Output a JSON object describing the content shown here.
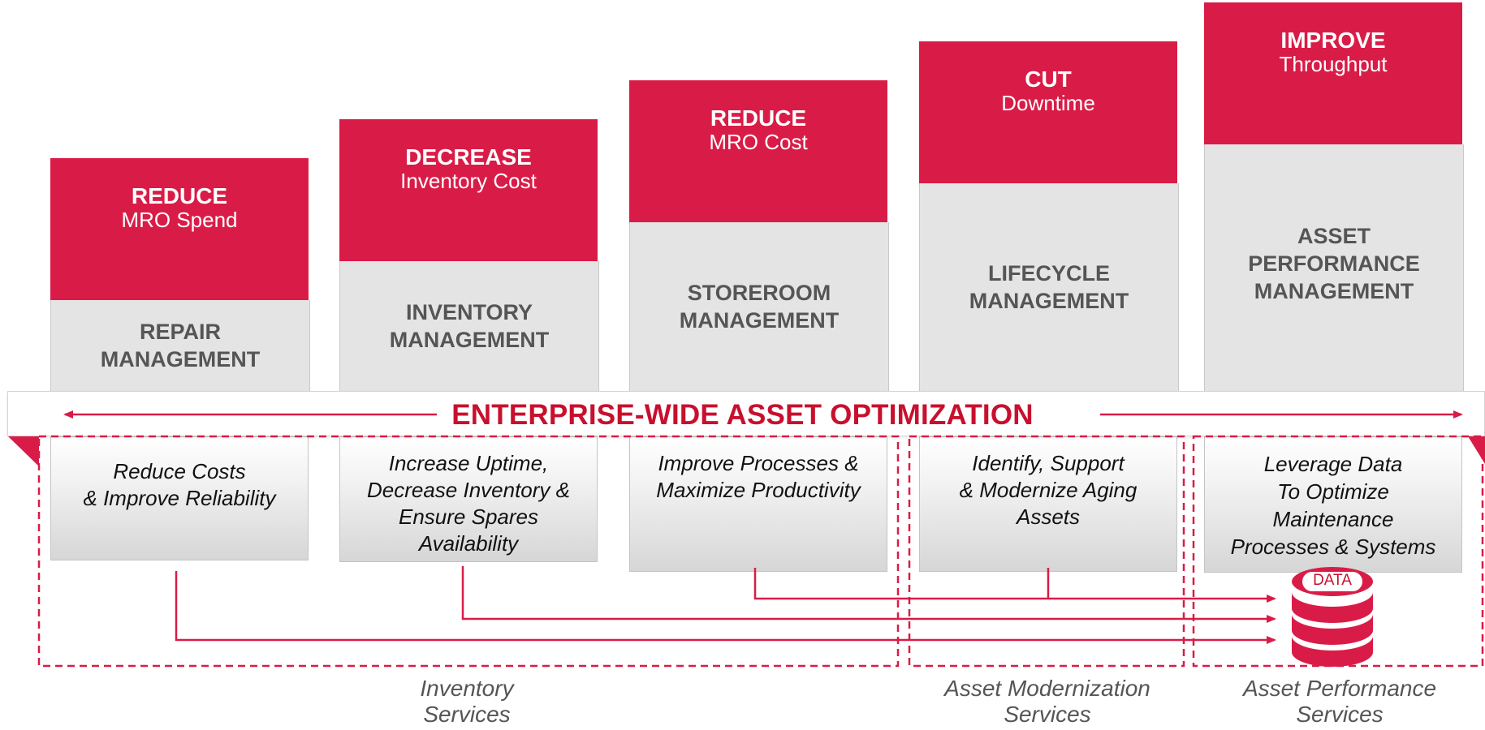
{
  "band": {
    "title": "ENTERPRISE-WIDE ASSET OPTIMIZATION"
  },
  "columns": [
    {
      "verb": "REDUCE",
      "object": "MRO Spend",
      "management": "REPAIR\nMANAGEMENT",
      "benefit": "Reduce Costs\n& Improve Reliability"
    },
    {
      "verb": "DECREASE",
      "object": "Inventory Cost",
      "management": "INVENTORY\nMANAGEMENT",
      "benefit": "Increase Uptime,\nDecrease Inventory &\nEnsure Spares\nAvailability"
    },
    {
      "verb": "REDUCE",
      "object": "MRO Cost",
      "management": "STOREROOM\nMANAGEMENT",
      "benefit": "Improve Processes &\nMaximize Productivity"
    },
    {
      "verb": "CUT",
      "object": "Downtime",
      "management": "LIFECYCLE\nMANAGEMENT",
      "benefit": "Identify, Support\n& Modernize Aging\nAssets"
    },
    {
      "verb": "IMPROVE",
      "object": "Throughput",
      "management": "ASSET\nPERFORMANCE\nMANAGEMENT",
      "benefit": "Leverage Data\nTo Optimize\nMaintenance\nProcesses & Systems"
    }
  ],
  "groups": [
    {
      "label": "Inventory\nServices"
    },
    {
      "label": "Asset Modernization\nServices"
    },
    {
      "label": "Asset Performance\nServices"
    }
  ],
  "data_store": {
    "label": "DATA",
    "icon": "database-icon"
  },
  "colors": {
    "accent": "#d91c47",
    "accent_dark": "#c8102e",
    "panel": "#e4e4e4",
    "text_gray": "#555555"
  }
}
